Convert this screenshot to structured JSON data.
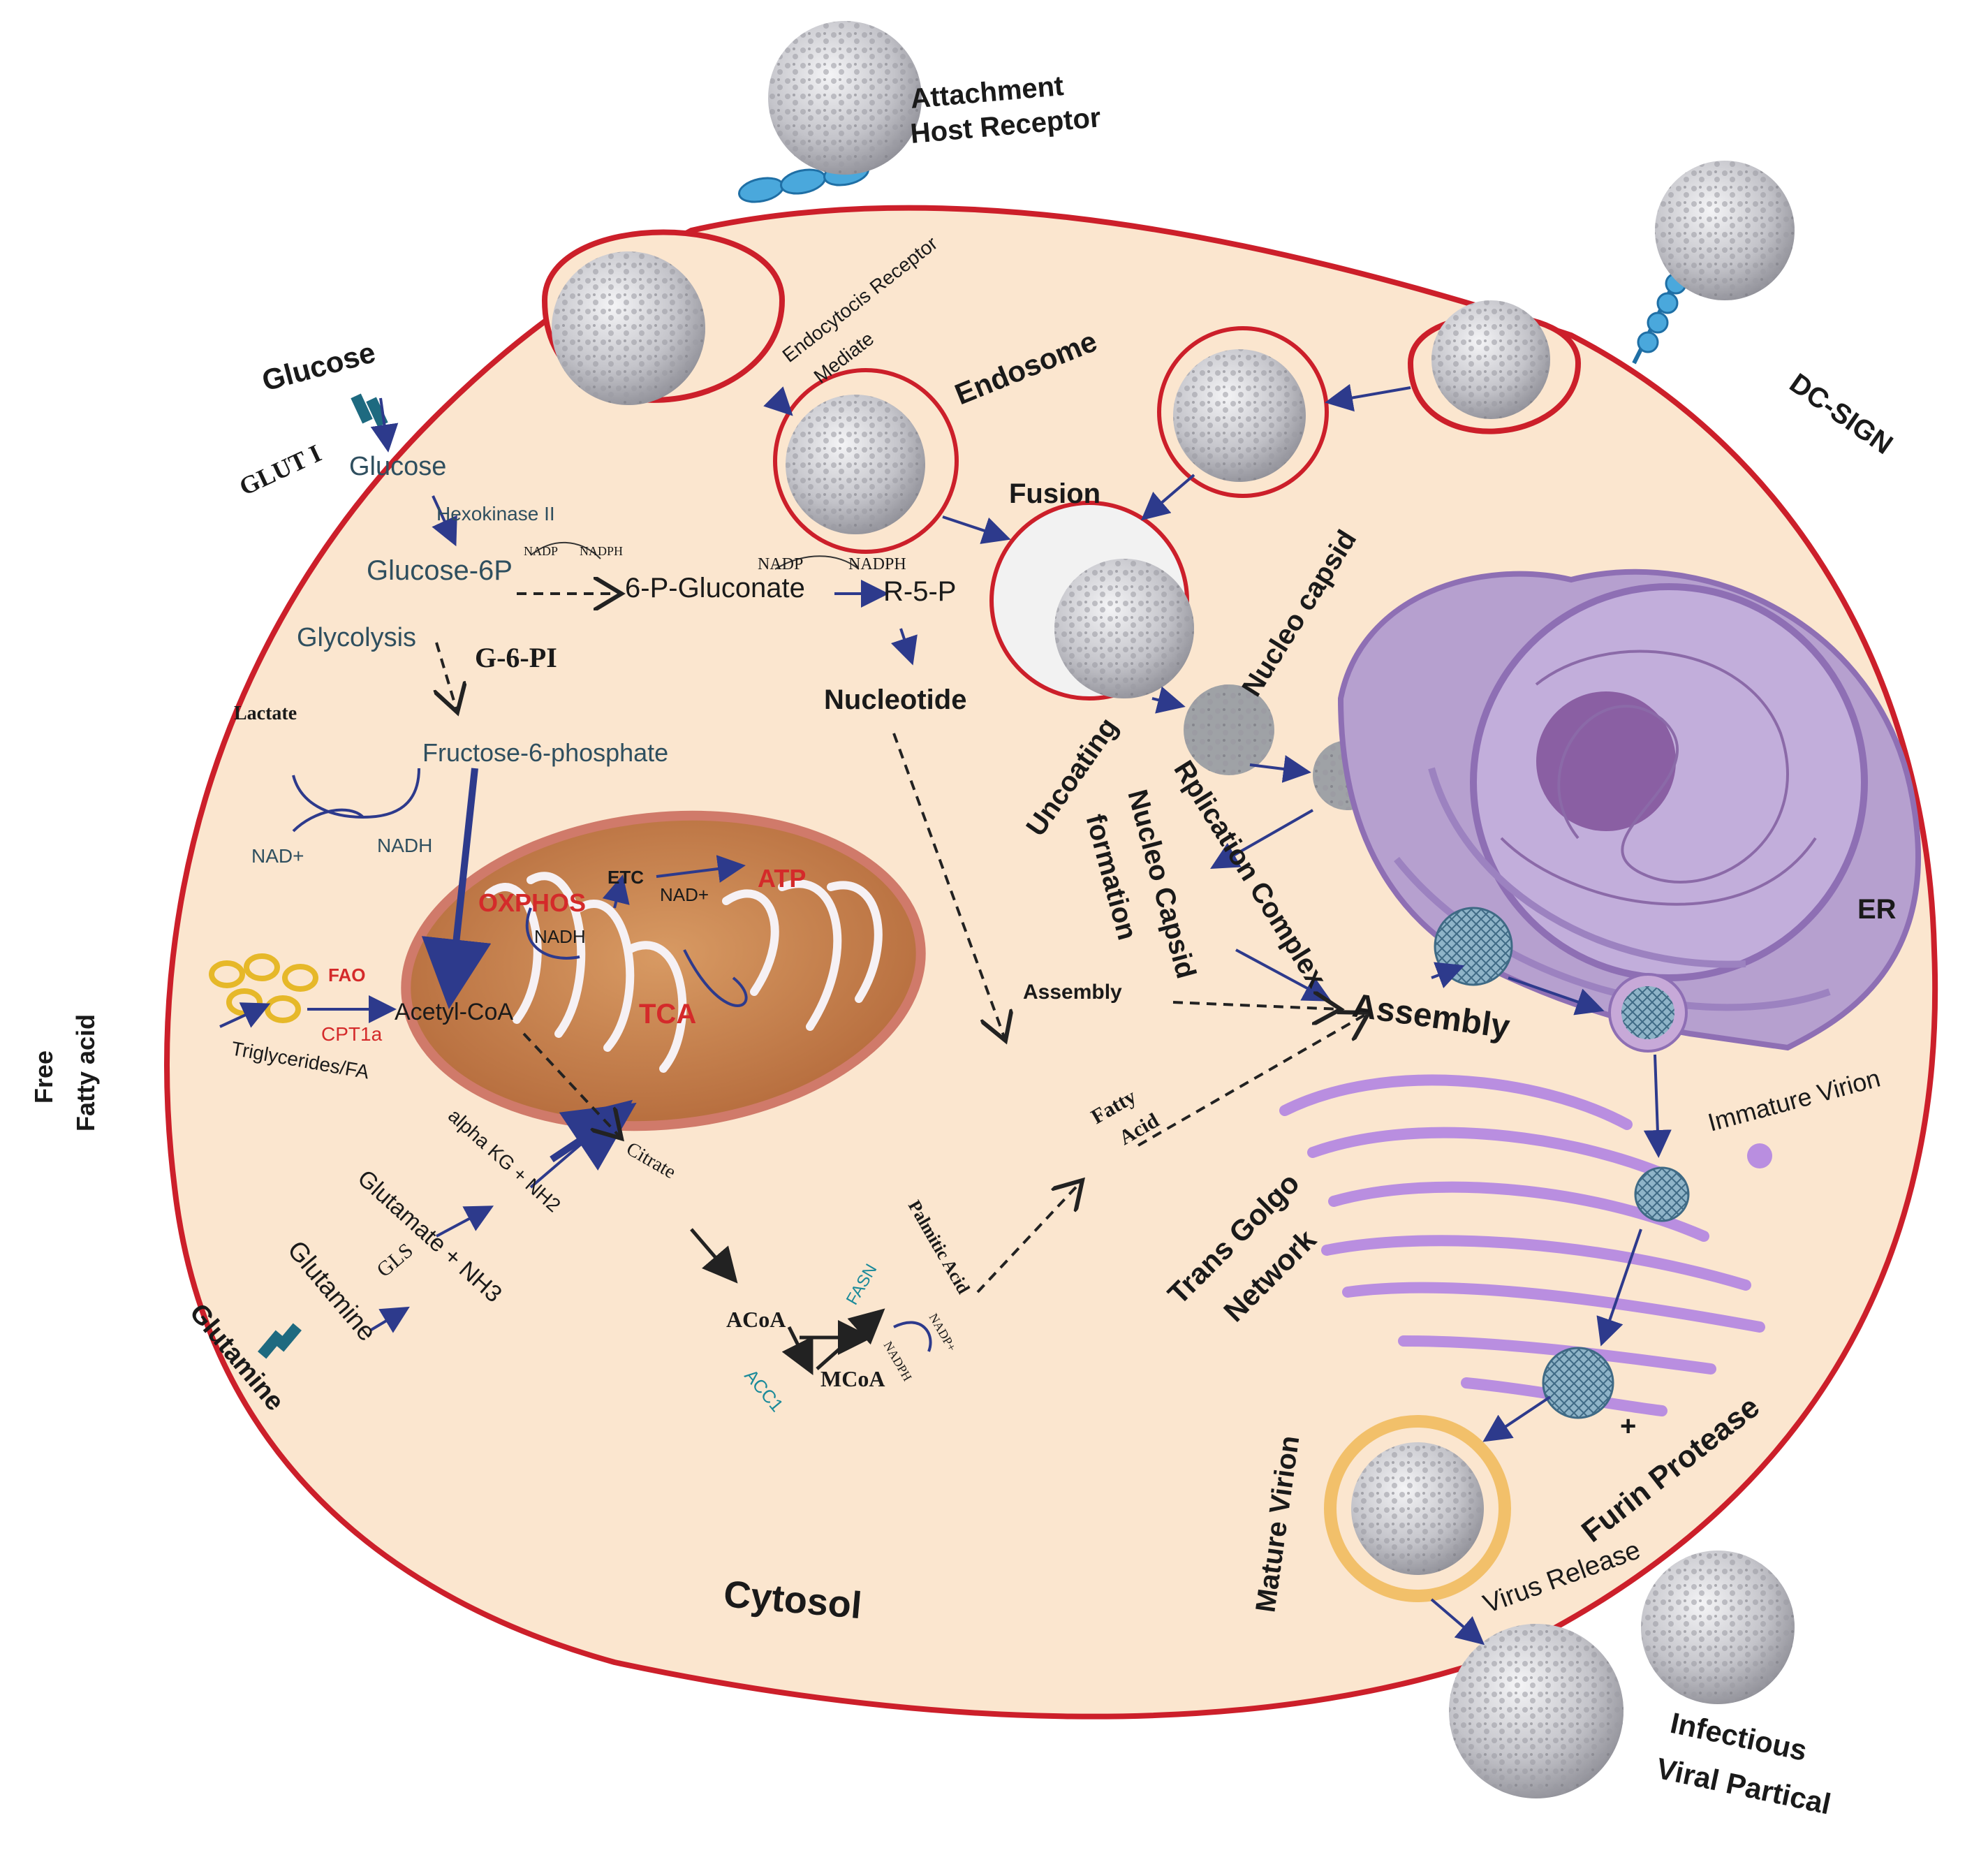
{
  "entry": {
    "attachment": "Attachment",
    "host_receptor": "Host Receptor",
    "endocytosis_receptor": "Endocytocis Receptor",
    "mediate": "Mediate",
    "endosome": "Endosome",
    "dc_sign": "DC-SIGN",
    "fusion": "Fusion",
    "uncoating": "Uncoating",
    "nucleo_capsid_top": "Nucleo capsid",
    "replication_complex": "Rplication Complex",
    "nucleo_capsid_formation_1": "Nucleo Capsid",
    "nucleo_capsid_formation_2": "formation"
  },
  "metabolism": {
    "glucose_outside": "Glucose",
    "glut1": "GLUT I",
    "glucose_inside": "Glucose",
    "hexokinase": "Hexokinase II",
    "glucose_6p": "Glucose-6P",
    "nadp_1": "NADP",
    "nadph_1": "NADPH",
    "gluconate": "6-P-Gluconate",
    "nadp_2": "NADP",
    "nadph_2": "NADPH",
    "r5p": "R-5-P",
    "nucleotide": "Nucleotide",
    "glycolysis": "Glycolysis",
    "g6pi": "G-6-PI",
    "lactate": "Lactate",
    "f6p": "Fructose-6-phosphate",
    "nad_plus": "NAD+",
    "nadh": "NADH",
    "oxphos": "OXPHOS",
    "etc": "ETC",
    "nad_plus_mito": "NAD+",
    "atp": "ATP",
    "nadh_mito": "NADH",
    "tca": "TCA",
    "fao": "FAO",
    "acetyl_coa": "Acetyl-CoA",
    "cpt1a": "CPT1a",
    "triglycerides": "Triglycerides/FA",
    "free": "Free",
    "fatty_acid_outside": "Fatty acid",
    "alpha_kg": "alpha KG + NH2",
    "citrate": "Citrate",
    "glutamate": "Glutamate + NH3",
    "gls": "GLS",
    "glutamine_inside": "Glutamine",
    "glutamine_outside": "Glutamine",
    "acoa": "ACoA",
    "fasn": "FASN",
    "acc1": "ACC1",
    "mcoa": "MCoA",
    "nadph_fasn": "NADPH",
    "nadp_plus": "NADP+",
    "palmitic_acid": "Palmitic Acid",
    "fatty": "Fatty",
    "acid": "Acid"
  },
  "assembly": {
    "assembly_small": "Assembly",
    "assembly_big": "Assembly",
    "er": "ER",
    "immature_virion": "Immature Virion",
    "trans_golgi_1": "Trans Golgo",
    "trans_golgi_2": "Network",
    "plus": "+",
    "furin": "Furin Protease",
    "mature_virion": "Mature Virion",
    "virus_release": "Virus Release",
    "cytosol": "Cytosol",
    "infectious_1": "Infectious",
    "infectious_2": "Viral Partical"
  },
  "colors": {
    "cell_fill": "#fbe6cf",
    "membrane": "#cc1f2a",
    "virus": "#c9c9cf",
    "mito": "#c9834f",
    "nucleus": "#b6a0cf",
    "golgi": "#b98ee0",
    "arrow": "#2d3a8c"
  }
}
